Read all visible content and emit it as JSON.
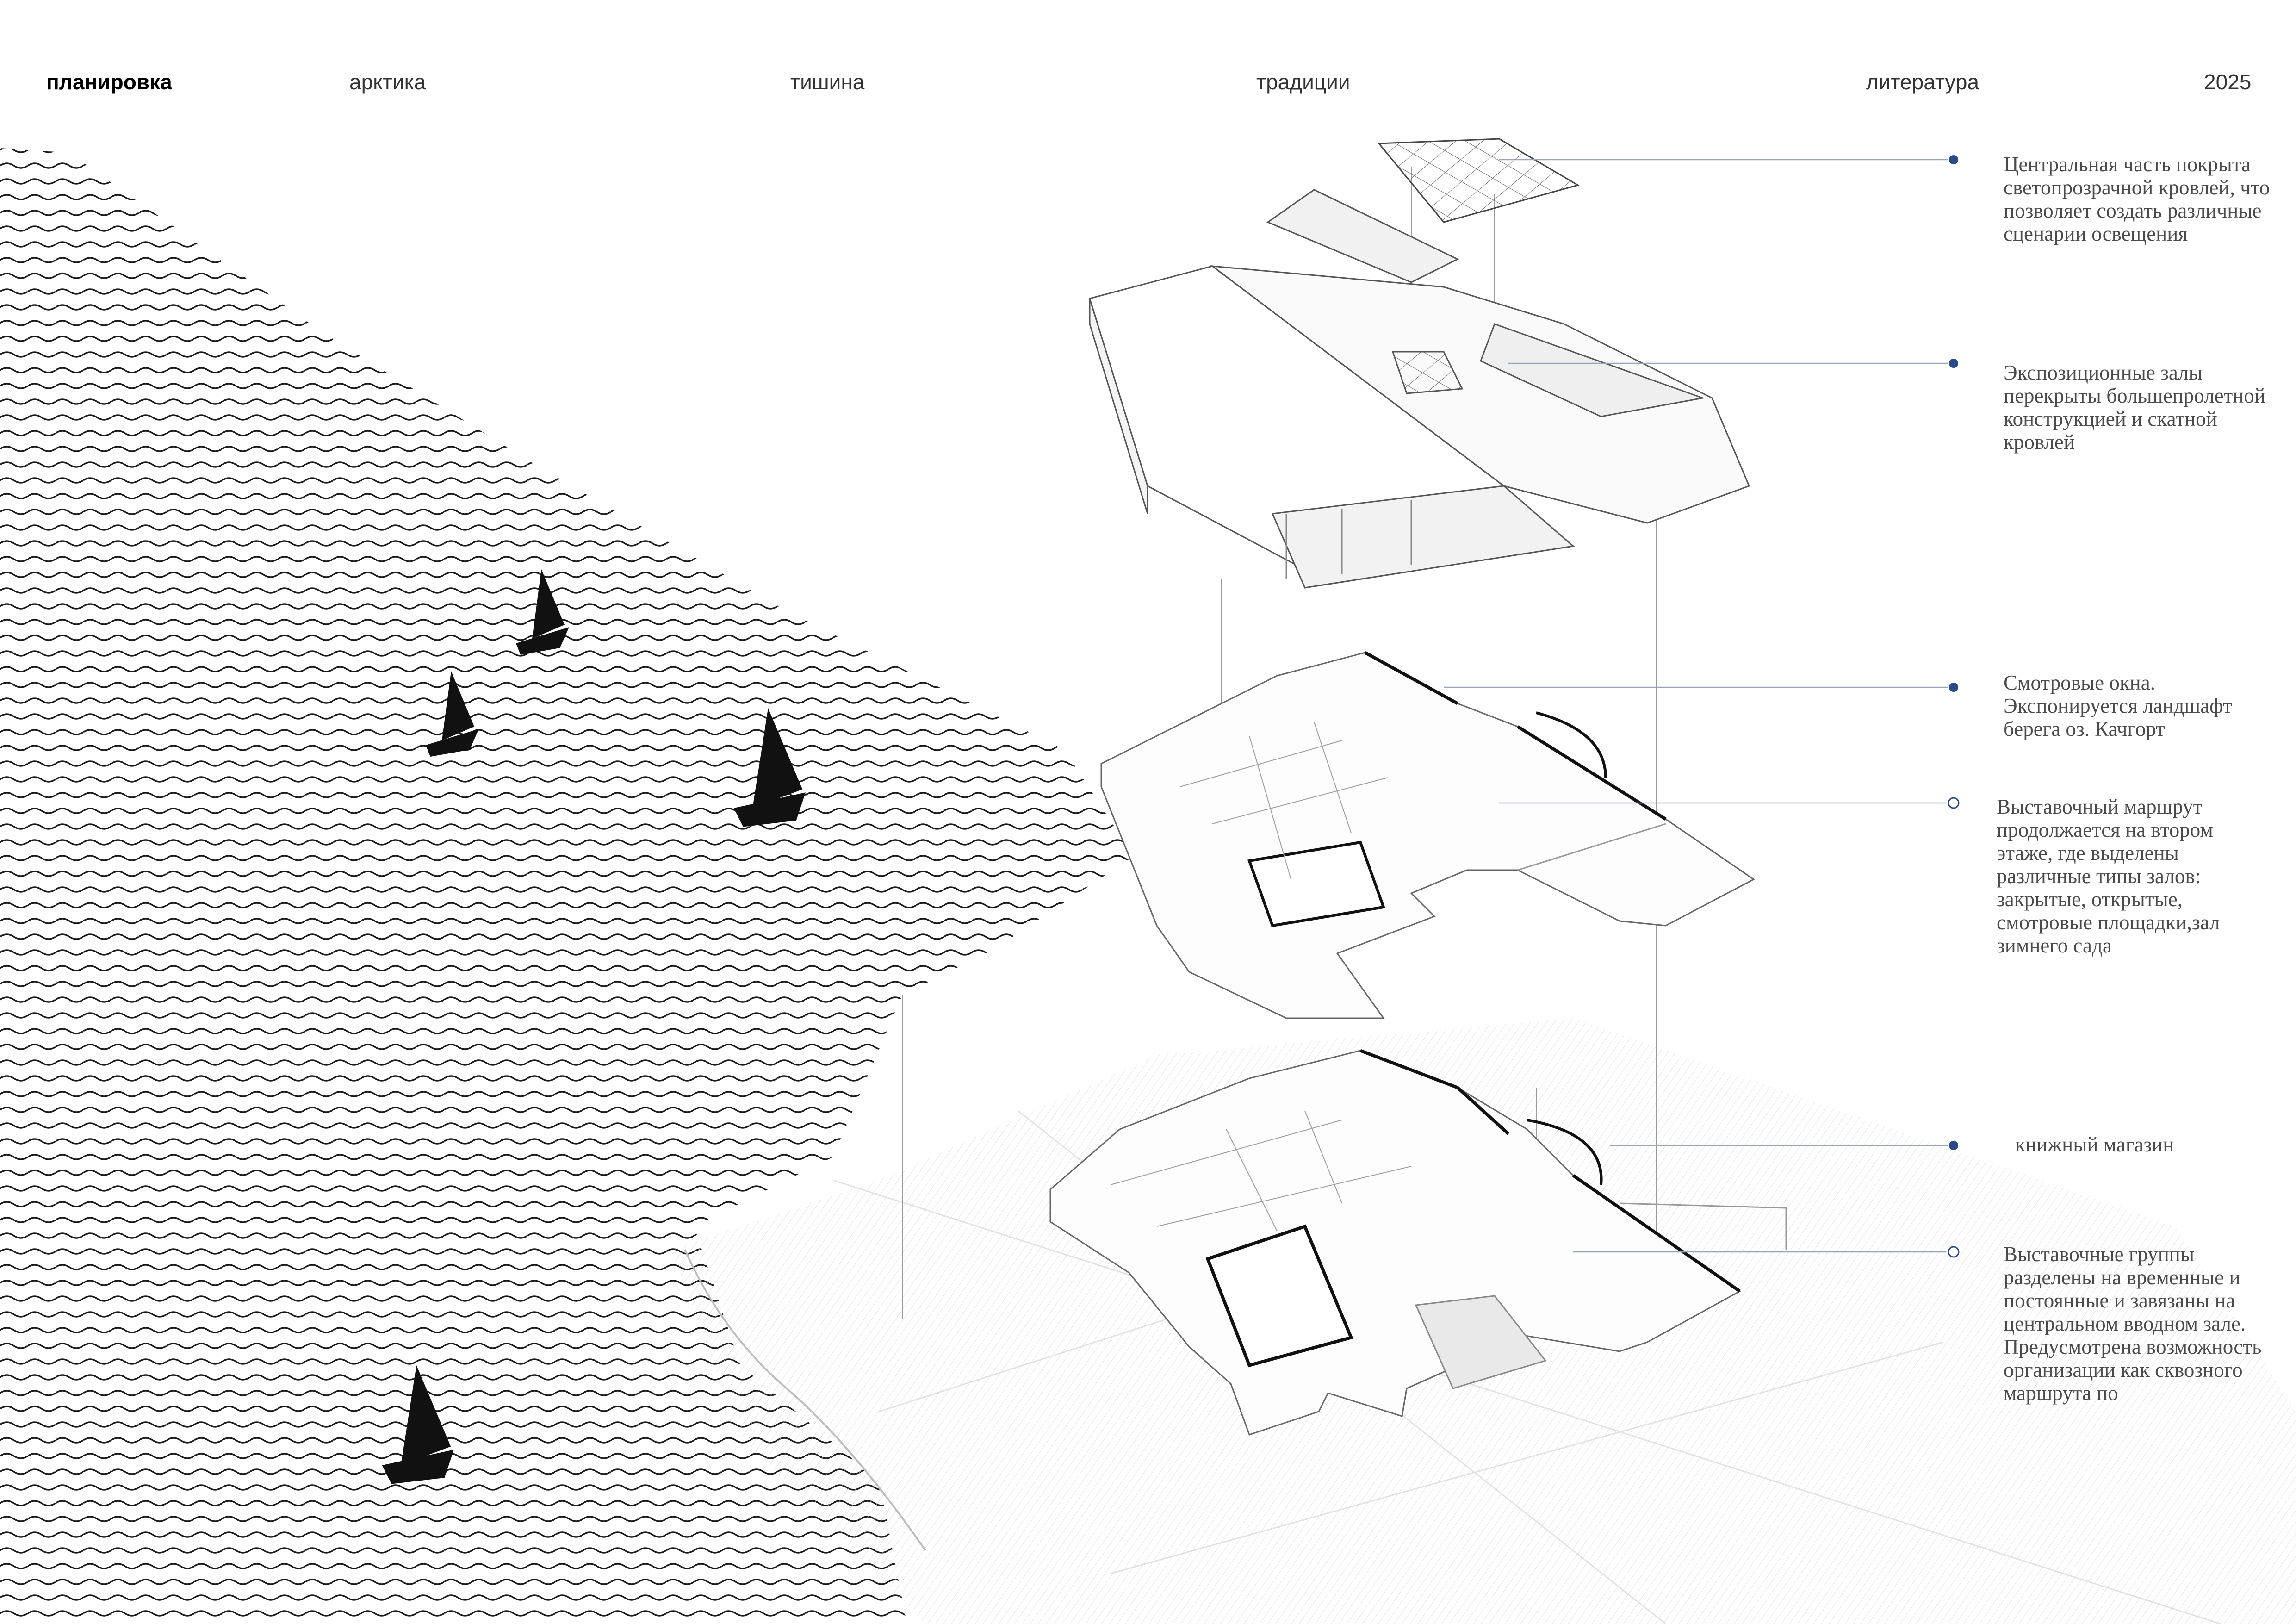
{
  "nav": {
    "items": [
      "планировка",
      "арктика",
      "тишина",
      "традиции",
      "литература"
    ],
    "year": "2025"
  },
  "callouts": [
    "Центральная часть покрыта светопрозрачной кровлей, что позволяет создать различные сценарии освещения",
    "Экспозиционные залы перекрыты большепролетной конструкцией и скатной кровлей",
    "Смотровые окна. Экспонируется ландшафт берега оз. Качгорт",
    "Выставочный маршрут продолжается на втором этаже, где выделены различные типы залов: закрытые, открытые, смотровые площадки,зал зимнего сада",
    "книжный магазин",
    "Выставочные группы разделены на временные и постоянные и завязаны на центральном вводном зале. Предусмотрена возможность организации как сквозного маршрута по"
  ],
  "colors": {
    "accent": "#2b4a8c",
    "ink": "#111111",
    "line": "#8a8a8a",
    "text": "#4a4a4a"
  },
  "icons": [
    "sailboat-icon",
    "sailboat-icon",
    "sailboat-icon",
    "sailboat-icon",
    "marker-dot-icon",
    "marker-ring-icon"
  ]
}
